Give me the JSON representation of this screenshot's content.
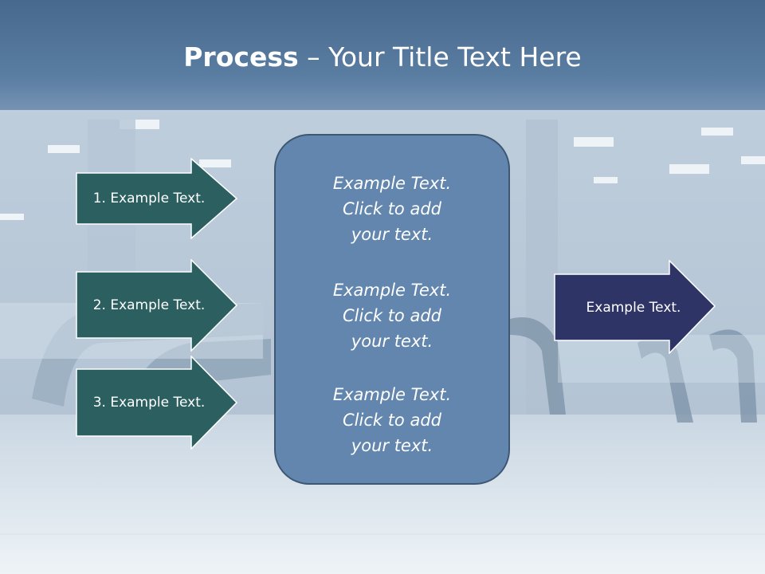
{
  "title": {
    "bold": "Process",
    "rest": " – Your Title Text Here"
  },
  "left_arrows": [
    {
      "label": "1. Example Text."
    },
    {
      "label": "2. Example Text."
    },
    {
      "label": "3. Example Text."
    }
  ],
  "center_box": {
    "paragraphs": [
      "Example Text.\nClick  to add\nyour text.",
      "Example Text.\nClick  to add\nyour text.",
      "Example Text.\nClick  to add\nyour text."
    ]
  },
  "right_arrow": {
    "label": "Example Text."
  },
  "colors": {
    "title_band": "#4f7298",
    "left_arrow_fill": "#2c5f60",
    "right_arrow_fill": "#2f3467",
    "center_box_fill": "#6286ad"
  }
}
